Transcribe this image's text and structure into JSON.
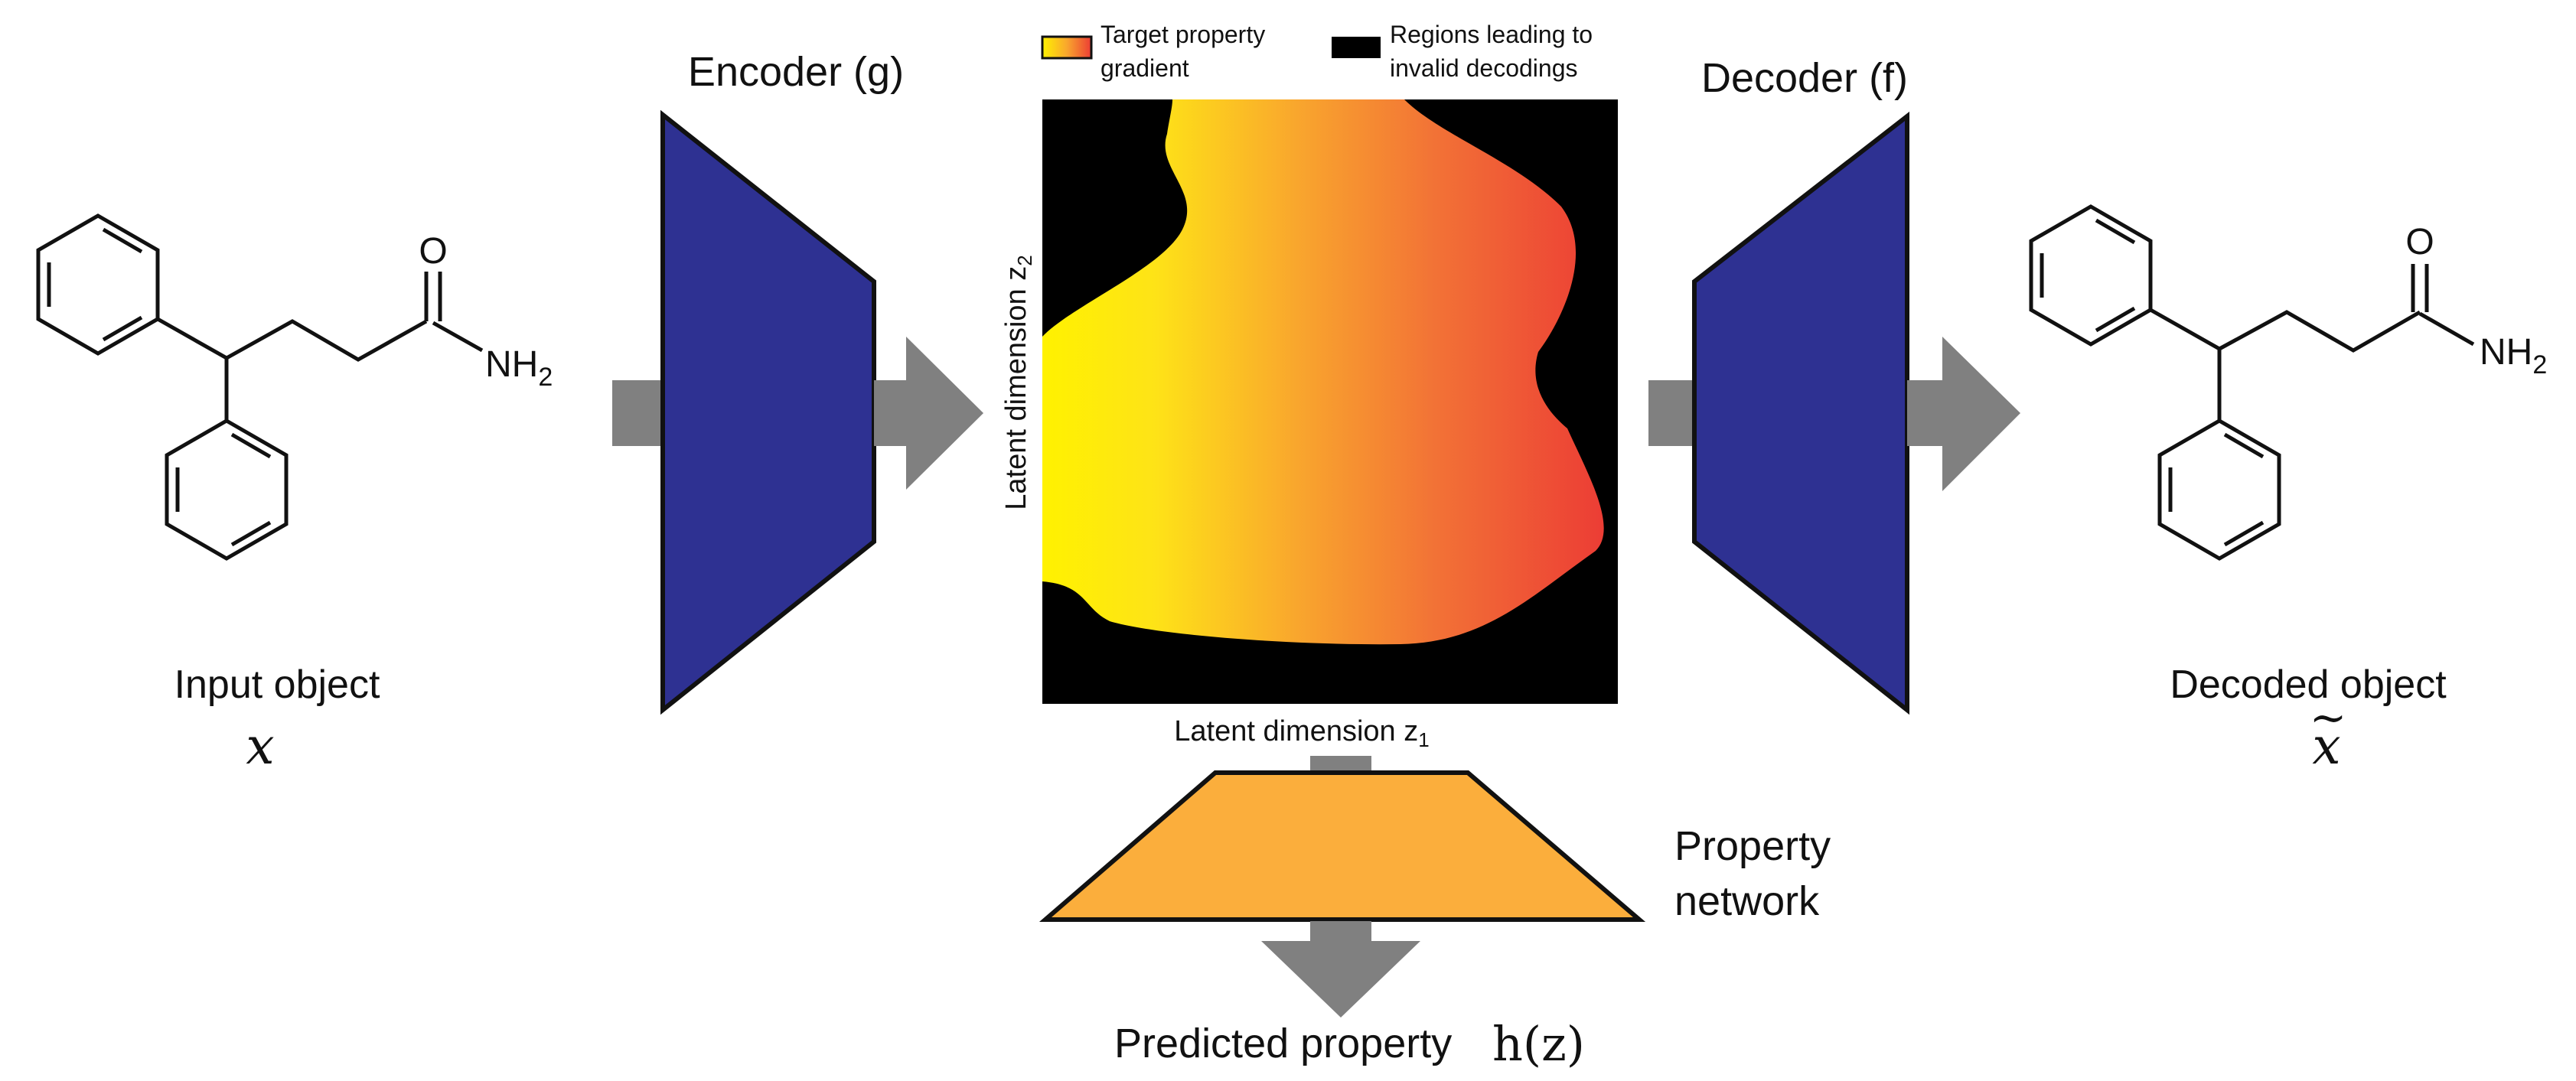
{
  "labels": {
    "encoder": "Encoder (g)",
    "decoder": "Decoder (f)",
    "input_object": "Input object",
    "input_symbol": "x",
    "decoded_object": "Decoded object",
    "decoded_symbol": "x",
    "decoded_accent": "~",
    "property_network_line1": "Property",
    "property_network_line2": "network",
    "predicted_property": "Predicted property",
    "predicted_symbol": "h(z)"
  },
  "latent_plot": {
    "xlabel": "Latent dimension z",
    "xlabel_sub": "1",
    "ylabel": "Latent dimension z",
    "ylabel_sub": "2"
  },
  "legend": {
    "gradient_line1": "Target property",
    "gradient_line2": "gradient",
    "invalid_line1": "Regions leading to",
    "invalid_line2": "invalid decodings"
  },
  "molecule": {
    "oxygen": "O",
    "amine_n": "NH",
    "amine_sub": "2"
  },
  "colors": {
    "encoder_fill": "#2e3192",
    "decoder_fill": "#2e3192",
    "property_fill": "#fbae3c",
    "arrow": "#808080",
    "gradient_low": "#fff200",
    "gradient_high": "#ec3d35",
    "invalid": "#000000"
  }
}
